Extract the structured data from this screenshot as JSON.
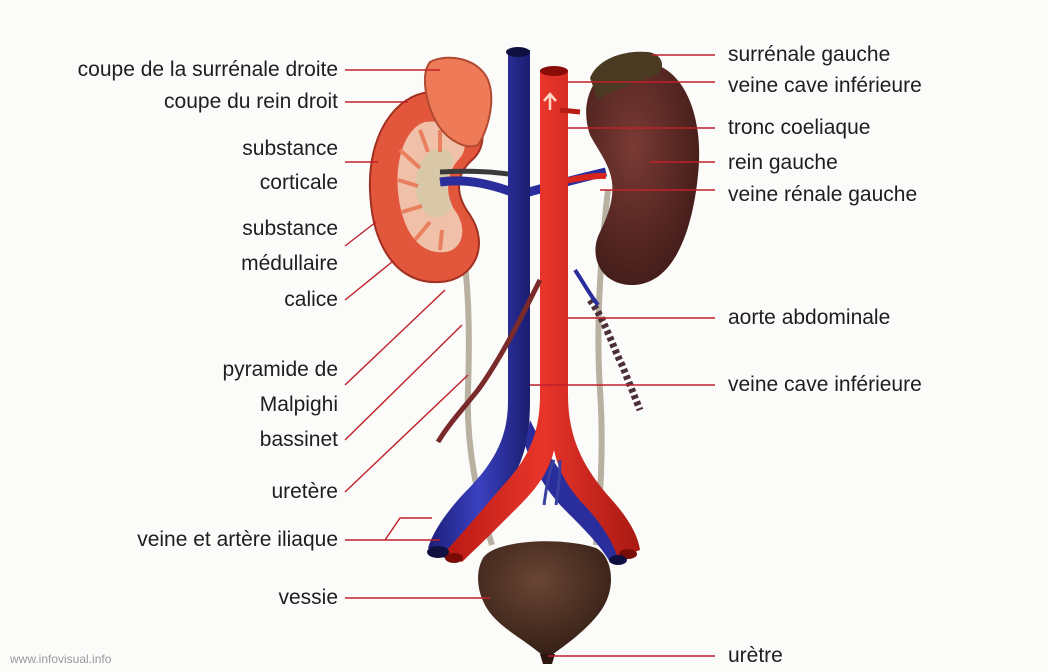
{
  "labels": {
    "adrenal_right": "coupe de la surrénale droite",
    "kidney_right": "coupe du rein droit",
    "cortex_1": "substance",
    "cortex_2": "corticale",
    "medulla_1": "substance",
    "medulla_2": "médullaire",
    "calyx": "calice",
    "pyramid_1": "pyramide de",
    "pyramid_2": "Malpighi",
    "pelvis": "bassinet",
    "ureter": "uretère",
    "iliac": "veine et artère iliaque",
    "bladder": "vessie",
    "adrenal_left": "surrénale gauche",
    "vena_cava_top": "veine cave inférieure",
    "celiac": "tronc coeliaque",
    "kidney_left": "rein gauche",
    "renal_vein_left": "veine rénale gauche",
    "aorta": "aorte abdominale",
    "vena_cava": "veine cave inférieure",
    "urethra": "urètre"
  },
  "watermark": "www.infovisual.info",
  "colors": {
    "leader": "#c0202a",
    "artery": "#d9261c",
    "vein": "#2a2e9c",
    "kidney_section": "#e2563c",
    "kidney_outer": "#5a2822",
    "bladder": "#4a2e22",
    "ureter": "#b8b0a0"
  }
}
